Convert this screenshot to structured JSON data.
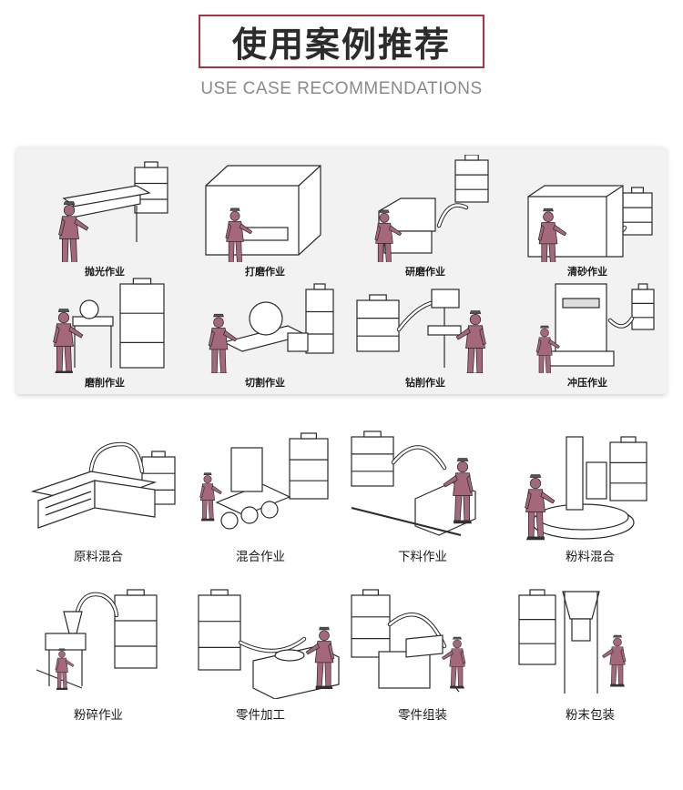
{
  "header": {
    "title": "使用案例推荐",
    "subtitle": "USE CASE RECOMMENDATIONS"
  },
  "colors": {
    "accent_border": "#b0323a",
    "worker": "#a4687a",
    "line": "#2a2a2a",
    "panel_bg": "#f2f2f2"
  },
  "panel_cases": [
    {
      "label": "抛光作业",
      "icon": "polishing-illustration"
    },
    {
      "label": "打磨作业",
      "icon": "grinding-booth-illustration"
    },
    {
      "label": "研磨作业",
      "icon": "lapping-illustration"
    },
    {
      "label": "清砂作业",
      "icon": "sand-cleaning-illustration"
    },
    {
      "label": "磨削作业",
      "icon": "abrasive-cutting-illustration"
    },
    {
      "label": "切割作业",
      "icon": "cutting-illustration"
    },
    {
      "label": "钻削作业",
      "icon": "drilling-illustration"
    },
    {
      "label": "冲压作业",
      "icon": "stamping-illustration"
    }
  ],
  "lower_cases": [
    {
      "label": "原料混合",
      "icon": "raw-material-mixing-illustration"
    },
    {
      "label": "混合作业",
      "icon": "mixing-illustration"
    },
    {
      "label": "下料作业",
      "icon": "blanking-illustration"
    },
    {
      "label": "粉料混合",
      "icon": "powder-mixing-illustration"
    },
    {
      "label": "粉碎作业",
      "icon": "crushing-illustration"
    },
    {
      "label": "零件加工",
      "icon": "parts-machining-illustration"
    },
    {
      "label": "零件组装",
      "icon": "parts-assembly-illustration"
    },
    {
      "label": "粉末包装",
      "icon": "powder-packaging-illustration"
    }
  ]
}
